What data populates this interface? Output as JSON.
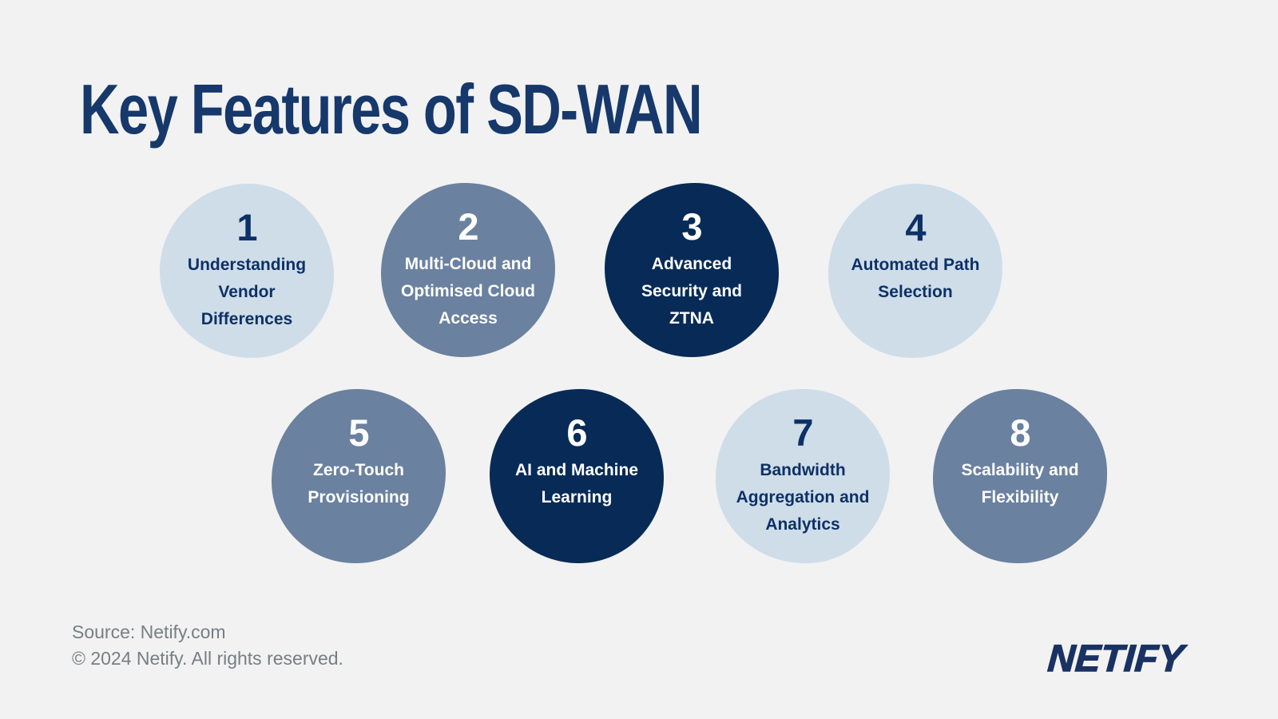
{
  "page": {
    "title": "Key Features of SD-WAN",
    "background_color": "#f2f2f2",
    "title_color": "#16386b"
  },
  "palette": {
    "light_circle": "#cfdde9",
    "medium_circle": "#6a81a0",
    "dark_circle": "#072b56",
    "navy_text": "#0d3166",
    "white_text": "#ffffff",
    "gray_text": "#767f82",
    "logo_color": "#1a3263"
  },
  "features": [
    {
      "number": "1",
      "label": "Understanding\nVendor\nDifferences",
      "tone": "light"
    },
    {
      "number": "2",
      "label": "Multi-Cloud and\nOptimised Cloud\nAccess",
      "tone": "medium"
    },
    {
      "number": "3",
      "label": "Advanced\nSecurity and\nZTNA",
      "tone": "dark"
    },
    {
      "number": "4",
      "label": "Automated Path\nSelection",
      "tone": "light"
    },
    {
      "number": "5",
      "label": "Zero-Touch\nProvisioning",
      "tone": "medium"
    },
    {
      "number": "6",
      "label": "AI and Machine\nLearning",
      "tone": "dark"
    },
    {
      "number": "7",
      "label": "Bandwidth\nAggregation and\nAnalytics",
      "tone": "light"
    },
    {
      "number": "8",
      "label": "Scalability and\nFlexibility",
      "tone": "medium"
    }
  ],
  "footer": {
    "source_line": "Source: Netify.com",
    "copyright_line": "© 2024 Netify. All rights reserved.",
    "logo_text": "NETIFY"
  }
}
